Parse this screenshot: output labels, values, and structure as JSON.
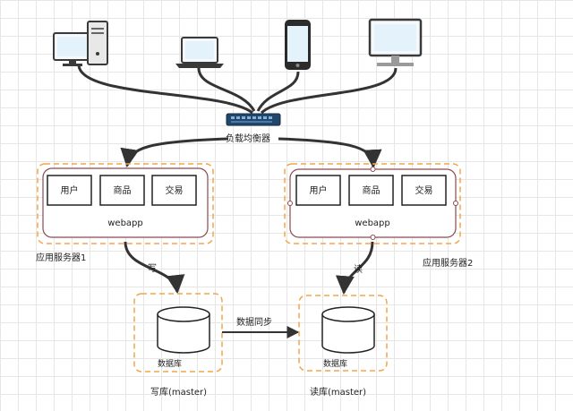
{
  "load_balancer": {
    "label": "负载均衡器"
  },
  "servers": [
    {
      "label": "应用服务器1",
      "app_label": "webapp",
      "modules": [
        "用户",
        "商品",
        "交易"
      ]
    },
    {
      "label": "应用服务器2",
      "app_label": "webapp",
      "modules": [
        "用户",
        "商品",
        "交易"
      ]
    }
  ],
  "databases": [
    {
      "inner_label": "数据库",
      "caption": "写库(master)"
    },
    {
      "inner_label": "数据库",
      "caption": "读库(master)"
    }
  ],
  "edges": {
    "write_label": "写",
    "read_label": "读",
    "sync_label": "数据同步"
  },
  "colors": {
    "dashed_orange": "#f0a64a",
    "container_border": "#8b4a52",
    "line": "#333333",
    "device_frame": "#3a3a3a",
    "screen_blue": "#e4f2fb",
    "switch_blue": "#23466b"
  },
  "icons": [
    "desktop-pc-icon",
    "laptop-icon",
    "smartphone-icon",
    "monitor-icon",
    "network-switch-icon",
    "database-icon"
  ]
}
